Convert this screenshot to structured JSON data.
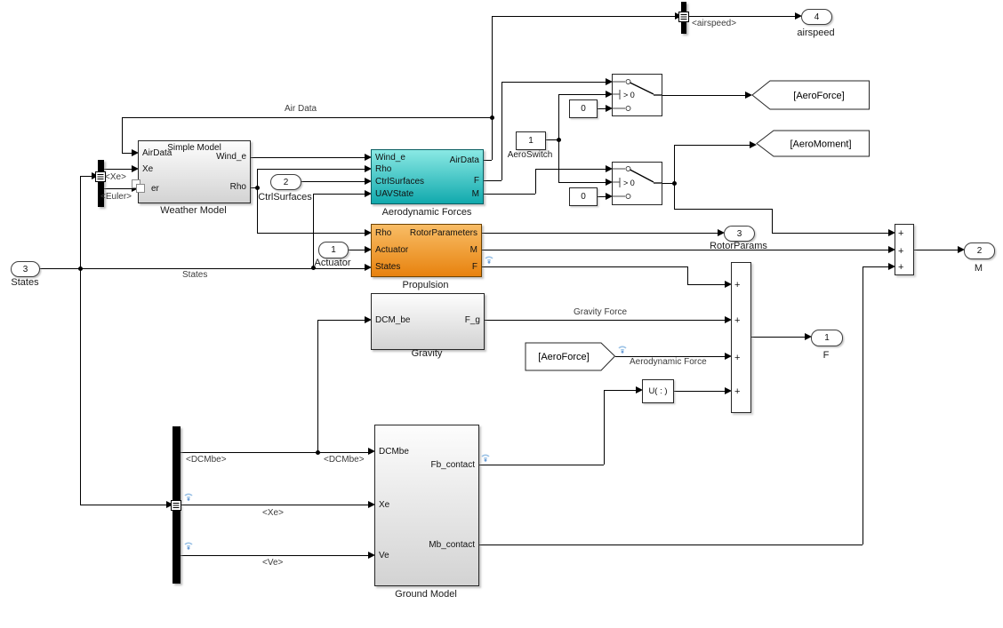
{
  "model": {
    "blocks": {
      "weather": {
        "variant": "Simple Model",
        "name": "Weather Model",
        "in1": "AirData",
        "in2": "Xe",
        "in3": "er",
        "out1": "Wind_e",
        "out2": "Rho"
      },
      "aero": {
        "name": "Aerodynamic Forces",
        "in1": "Wind_e",
        "in2": "Rho",
        "in3": "CtrlSurfaces",
        "in4": "UAVState",
        "out1": "AirData",
        "out2": "F",
        "out3": "M"
      },
      "prop": {
        "name": "Propulsion",
        "in1": "Rho",
        "in2": "Actuator",
        "in3": "States",
        "out1": "RotorParameters",
        "out2": "M",
        "out3": "F"
      },
      "gravity": {
        "name": "Gravity",
        "in1": "DCM_be",
        "out1": "F_g"
      },
      "ground": {
        "name": "Ground Model",
        "in1": "DCMbe",
        "in2": "Xe",
        "in3": "Ve",
        "out1": "Fb_contact",
        "out2": "Mb_contact"
      },
      "aeroswitch": {
        "value": "1",
        "label": "AeroSwitch"
      },
      "zero1": {
        "value": "0"
      },
      "zero2": {
        "value": "0"
      },
      "switch1": {
        "criteria": "> 0"
      },
      "switch2": {
        "criteria": "> 0"
      },
      "goto_aeroforce": {
        "label": "[AeroForce]"
      },
      "goto_aeromoment": {
        "label": "[AeroMoment]"
      },
      "from_aeroforce": {
        "label": "[AeroForce]"
      },
      "selector": {
        "label": "U( : )"
      },
      "sum_f": {
        "signs": [
          "+",
          "+",
          "+",
          "+"
        ]
      },
      "sum_m": {
        "signs": [
          "+",
          "+",
          "+"
        ]
      }
    },
    "inports": {
      "states": {
        "id": "3",
        "label": "States"
      },
      "ctrlsurfaces": {
        "id": "2",
        "label": "CtrlSurfaces"
      },
      "actuator": {
        "id": "1",
        "label": "Actuator"
      }
    },
    "outports": {
      "airspeed": {
        "id": "4",
        "label": "airspeed"
      },
      "rotorparams": {
        "id": "3",
        "label": "RotorParams"
      },
      "f": {
        "id": "1",
        "label": "F"
      },
      "m": {
        "id": "2",
        "label": "M"
      }
    },
    "signal_labels": {
      "air_data": "Air Data",
      "airspeed_tag": "<airspeed>",
      "states": "States",
      "xe_top": "<Xe>",
      "euler": "<Euler>",
      "gravity_force": "Gravity Force",
      "aero_force": "Aerodynamic Force",
      "dcmbe_a": "<DCMbe>",
      "dcmbe_b": "<DCMbe>",
      "xe_bottom": "<Xe>",
      "ve": "<Ve>"
    },
    "colors": {
      "aero_block_top": "#8AE9E4",
      "aero_block_bottom": "#11A9AD",
      "prop_block_top": "#F8BD66",
      "prop_block_bottom": "#E8820E",
      "logging_badge": "#9DC3E6"
    }
  }
}
